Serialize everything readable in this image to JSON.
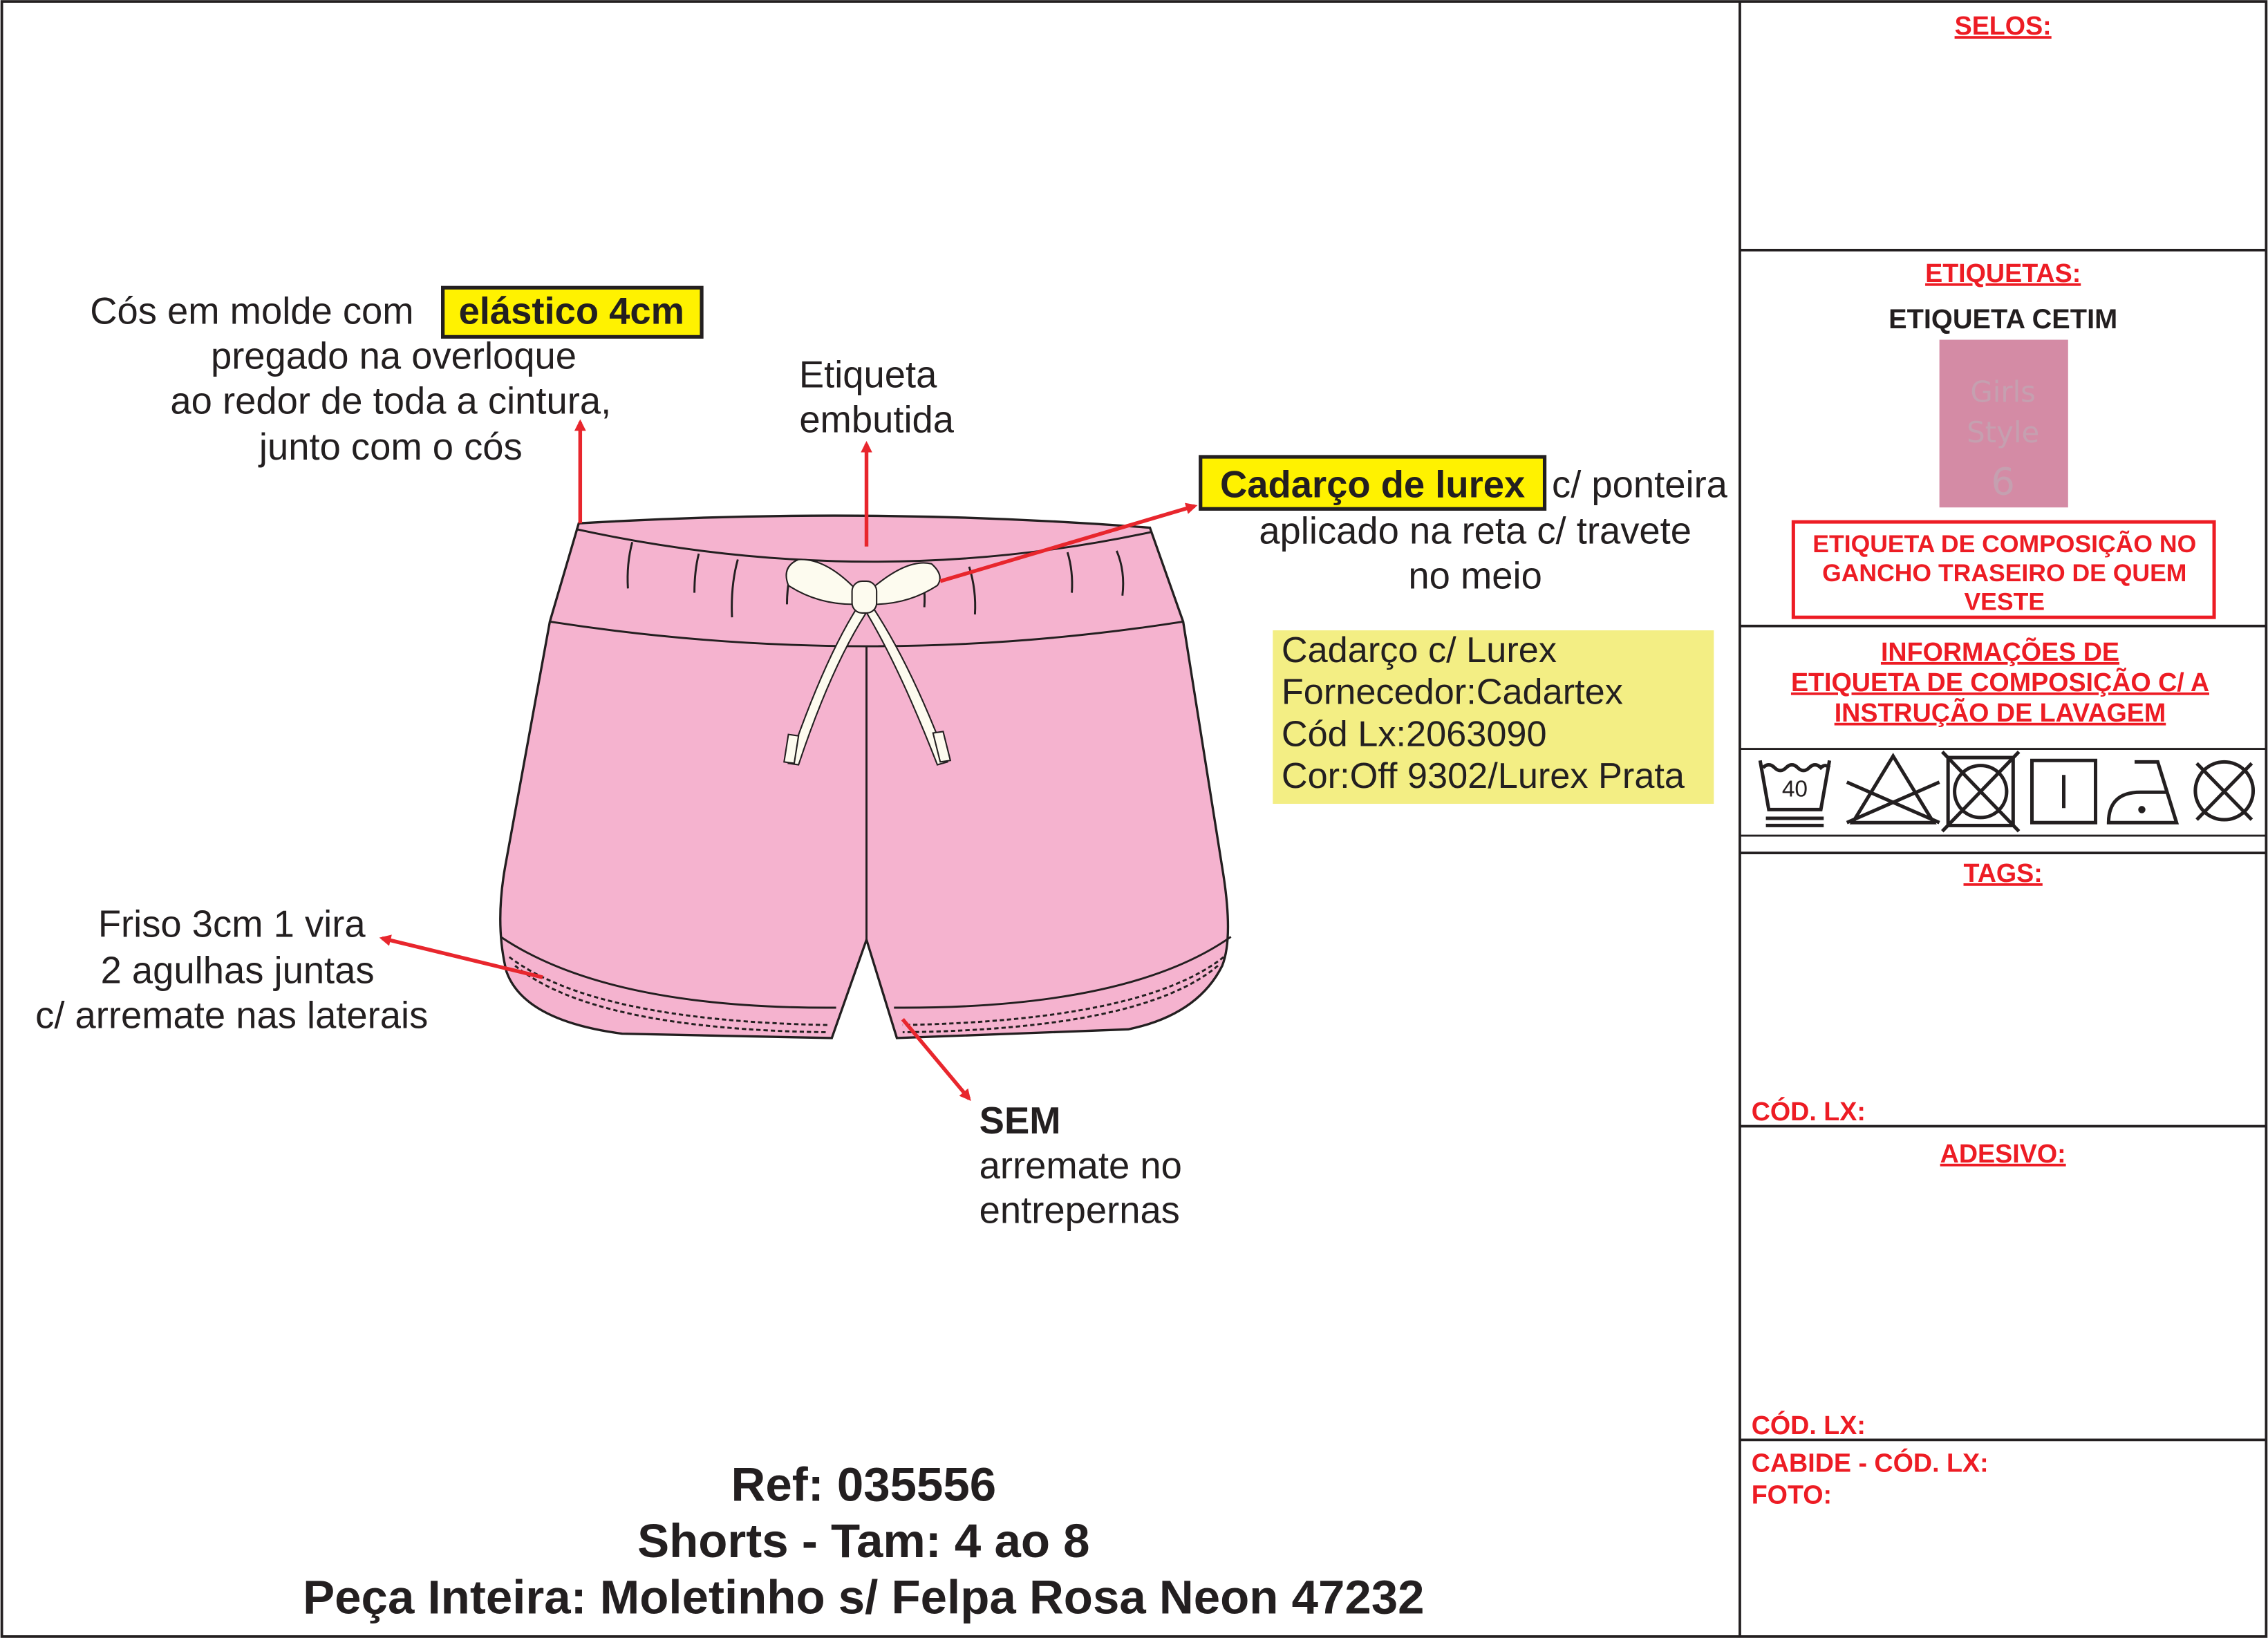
{
  "colors": {
    "garment": "#f5b3cf",
    "highlight": "#fff200",
    "info_box": "#f3ee84",
    "annotation_red": "#ed1c24",
    "drawstring": "#fdfbef",
    "label": "#d48ba5"
  },
  "annotations": {
    "waistband": {
      "prefix": "Cós em molde com",
      "highlight": "elástico 4cm",
      "lines": [
        "pregado na overloque",
        "ao redor de toda a cintura,",
        "junto com o cós"
      ]
    },
    "label": {
      "lines": [
        "Etiqueta",
        "embutida"
      ]
    },
    "drawstring": {
      "highlight": "Cadarço de lurex",
      "suffix": "c/ ponteira",
      "lines": [
        "aplicado na reta c/ travete",
        "no meio"
      ]
    },
    "drawstring_info": {
      "lines": [
        "Cadarço c/ Lurex",
        "Fornecedor:Cadartex",
        "Cód Lx:2063090",
        "Cor:Off 9302/Lurex Prata"
      ]
    },
    "hem": {
      "lines": [
        "Friso 3cm 1 vira",
        "2 agulhas juntas",
        "c/ arremate nas laterais"
      ]
    },
    "crotch": {
      "bold": "SEM",
      "lines": [
        "arremate no",
        "entrepernas"
      ]
    }
  },
  "footer": {
    "ref": "Ref: 035556",
    "product": "Shorts - Tam: 4 ao 8",
    "fabric": "Peça Inteira: Moletinho s/ Felpa Rosa Neon 47232"
  },
  "panel": {
    "selos": "SELOS:",
    "etiquetas": "ETIQUETAS:",
    "etiqueta_cetim": "ETIQUETA CETIM",
    "label_image_text": [
      "Girls",
      "Style",
      "6"
    ],
    "composition_note": [
      "ETIQUETA DE COMPOSIÇÃO NO",
      "GANCHO TRASEIRO DE QUEM",
      "VESTE"
    ],
    "info_title": [
      "INFORMAÇÕES DE",
      "ETIQUETA DE COMPOSIÇÃO C/ A",
      "INSTRUÇÃO DE LAVAGEM"
    ],
    "care_symbols": [
      "wash-40-gentle",
      "do-not-bleach",
      "do-not-tumble-dry",
      "line-dry",
      "iron-low",
      "do-not-dry-clean"
    ],
    "wash_temp": "40",
    "tags": "TAGS:",
    "tags_code": "CÓD. LX:",
    "adesivo": "ADESIVO:",
    "adesivo_code": "CÓD. LX:",
    "cabide": "CABIDE - CÓD. LX:",
    "foto": "FOTO:"
  }
}
